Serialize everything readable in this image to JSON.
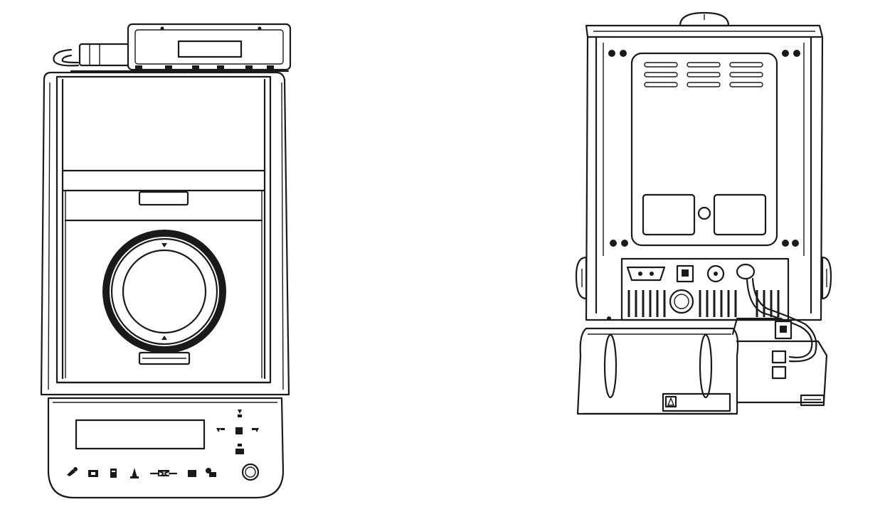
{
  "figure": {
    "views": [
      {
        "id": "front",
        "description_key": "front-view"
      },
      {
        "id": "rear",
        "description_key": "rear-view"
      }
    ],
    "line_color": "#1a1a1a",
    "background": "#ffffff",
    "front": {
      "brand_label": "",
      "keypad_icons": [
        "power-key-icon",
        "menu-key-icon",
        "print-key-icon",
        "calibration-key-icon",
        "tare-key-icon",
        "function-key-icon",
        "settings-key-icon",
        "on-off-button-icon"
      ],
      "navigation_keys": [
        "nav-up-icon",
        "nav-left-icon",
        "nav-center-icon",
        "nav-right-icon",
        "nav-down-icon"
      ]
    },
    "rear": {
      "connectors": [
        "rs232-port-icon",
        "usb-port-icon",
        "dc-power-jack-icon",
        "cable-gland-icon"
      ]
    }
  }
}
